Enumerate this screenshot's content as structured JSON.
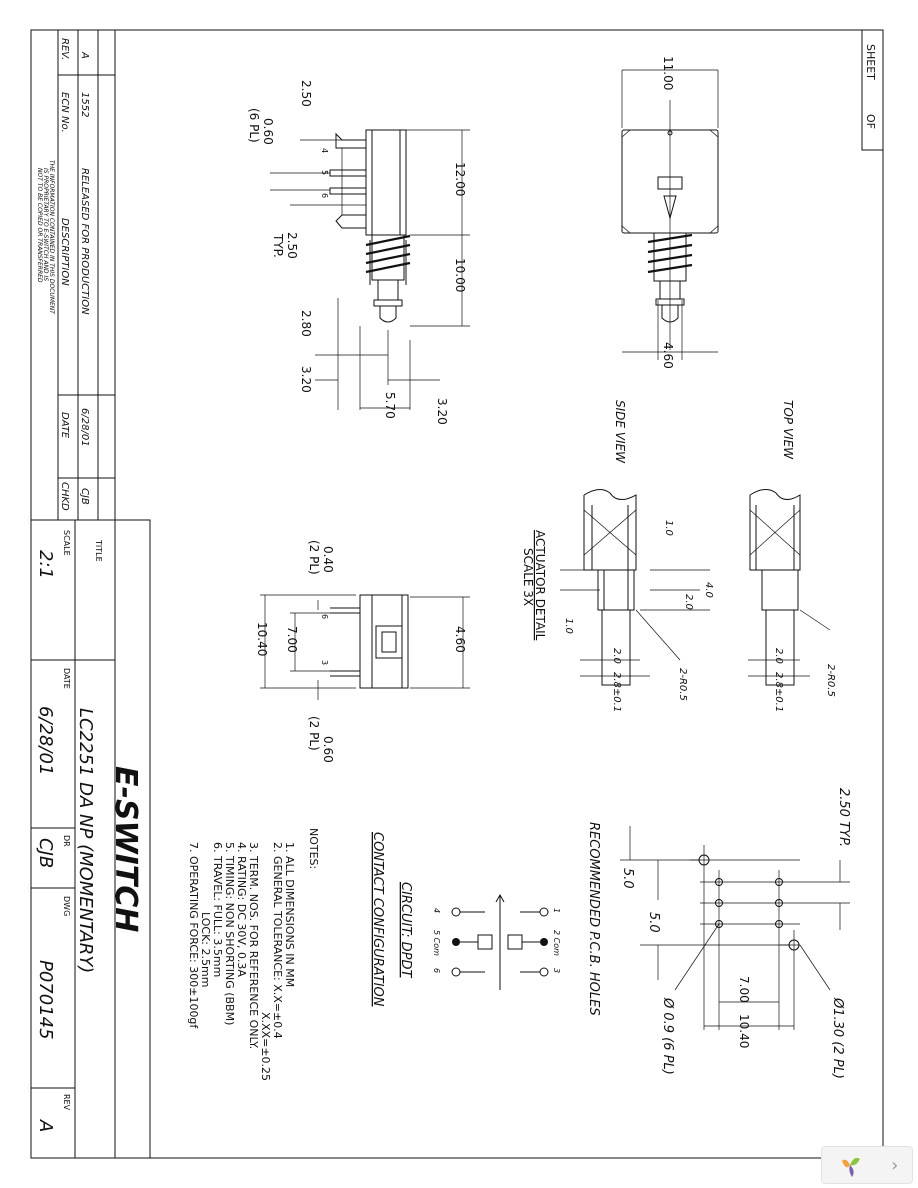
{
  "title_block": {
    "title_label": "TITLE",
    "title": "LC2251 DA NP (MOMENTARY)",
    "company": "E-SWITCH",
    "scale_label": "SCALE",
    "scale": "2:1",
    "date_label": "DATE",
    "date": "6/28/01",
    "dr_label": "DR",
    "dr": "CJB",
    "dwg_label": "DWG",
    "dwg": "P070145",
    "rev_label": "REV",
    "rev": "A"
  },
  "sheet_box": {
    "sheet": "SHEET",
    "of": "OF"
  },
  "revision_table": {
    "headers": {
      "rev": "REV.",
      "ecn": "ECN No.",
      "description": "DESCRIPTION",
      "date": "DATE",
      "chkd": "CHKD"
    },
    "row": {
      "rev": "A",
      "ecn": "1552",
      "description": "RELEASED FOR PRODUCTION",
      "date": "6/28/01",
      "chkd": "CJB"
    }
  },
  "proprietary_note": [
    "THE INFORMATION CONTAINED IN THIS DOCUMENT",
    "IS PROPRIETARY TO E-SWITCH AND IS",
    "NOT TO BE COPIED OR TRANSFERRED"
  ],
  "views": {
    "top": "TOP VIEW",
    "side": "SIDE VIEW"
  },
  "actuator": {
    "title": "ACTUATOR DETAIL",
    "scale": "SCALE 3X"
  },
  "pcb": {
    "title": "RECOMMENDED P.C.B. HOLES"
  },
  "contact": {
    "title": "CONTACT CONFIGURATION",
    "circuit": "CIRCUIT: DPDT"
  },
  "notes": {
    "title": "NOTES:",
    "items": [
      "1. ALL DIMENSIONS IN MM",
      "2. GENERAL TOLERANCE: X.X=±0.4",
      "X.XX=±0.25",
      "3. TERM. NOS. FOR REFERENCE ONLY.",
      "4. RATING: DC 30V, 0.3A",
      "5. TIMING: NON SHORTING (BBM)",
      "6. TRAVEL: FULL: 3.5mm",
      "LOCK: 2.5mm",
      "7. OPERATING FORCE: 300±100gf"
    ]
  },
  "dims": {
    "d_2_50": "2.50",
    "d_0_60": "0.60",
    "d_6pl": "(6 PL)",
    "d_2_50typ": "2.50",
    "d_typ": "TYP.",
    "d_12_00": "12.00",
    "d_10_00": "10.00",
    "d_2_80": "2.80",
    "d_3_20a": "3.20",
    "d_5_70": "5.70",
    "d_3_20b": "3.20",
    "d_11_00": "11.00",
    "d_4_60top": "4.60",
    "d_0_40": "0.40",
    "d_2pl_a": "(2 PL)",
    "d_10_40": "10.40",
    "d_7_00": "7.00",
    "d_4_60": "4.60",
    "d_0_60b": "0.60",
    "d_2pl_b": "(2 PL)",
    "act_1_0a": "1.0",
    "act_4_0": "4.0",
    "act_2_0a": "2.0",
    "act_1_0b": "1.0",
    "act_2_0b": "2.0",
    "act_2_8": "2.8±0.1",
    "act_r05a": "2-R0.5",
    "act_2_0c": "2.0",
    "act_2_8b": "2.8±0.1",
    "act_r05b": "2-R0.5",
    "pcb_2_50": "2.50 TYP.",
    "pcb_5_0a": "5.0",
    "pcb_5_0b": "5.0",
    "pcb_7_00": "7.00",
    "pcb_10_40": "10.40",
    "pcb_d13": "Ø1.30 (2 PL)",
    "pcb_d09": "Ø 0.9 (6 PL)",
    "t4": "4",
    "t5": "5",
    "t6": "6",
    "t6b": "6",
    "t3": "3",
    "c1": "1",
    "c2": "2 Com",
    "c3": "3",
    "c4": "4",
    "c5": "5 Com",
    "c6": "6"
  }
}
